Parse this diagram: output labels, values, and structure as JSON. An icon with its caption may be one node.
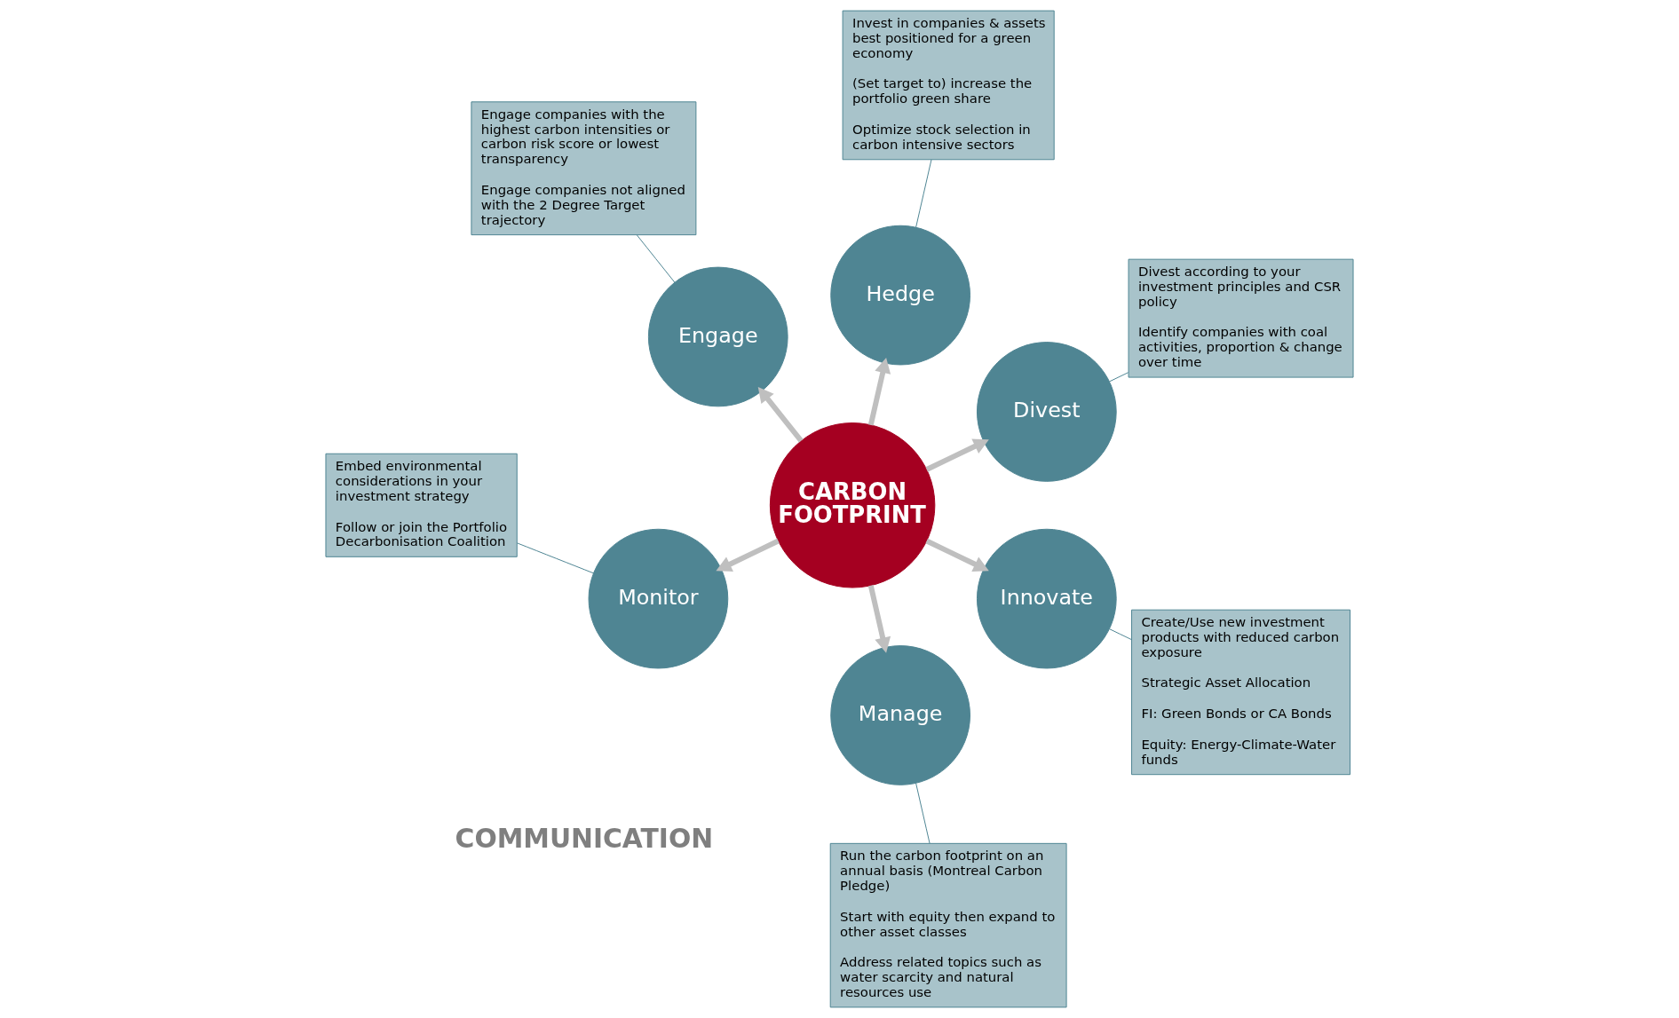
{
  "diagram": {
    "nodes": [
      {
        "text": [
          "CARBON FOOTPRINT"
        ]
      },
      {
        "text": [
          "Divest"
        ]
      },
      {
        "text": [
          "Hedge"
        ]
      },
      {
        "text": [
          "Engage"
        ]
      },
      {
        "text": [
          "Monitor"
        ]
      },
      {
        "text": [
          "Manage"
        ]
      },
      {
        "text": [
          "Innovate"
        ]
      },
      {
        "text": [
          "Create/Use new investment products with reduced carbon exposure",
          "Strategic Asset Allocation",
          "FI: Green Bonds or CA Bonds",
          "Equity: Energy-Climate-Water funds"
        ]
      },
      {
        "text": [
          "Run the carbon footprint on an annual basis (Montreal Carbon Pledge)",
          "Start with equity then expand to other asset classes",
          "Address related topics such as water scarcity and natural resources use"
        ]
      },
      {
        "text": [
          "Embed environmental considerations in your investment strategy",
          "Follow or join the Portfolio Decarbonisation Coalition"
        ]
      },
      {
        "text": [
          "Divest according to your investment principles and CSR policy",
          "Identify companies with coal activities, proportion & change over time"
        ]
      },
      {
        "text": [
          "Invest in companies & assets best positioned for a green economy",
          "(Set target to) increase the portfolio green share",
          "Optimize stock selection in carbon intensive sectors"
        ]
      },
      {
        "text": [
          "Engage companies with the highest carbon intensities or carbon risk score or lowest transparency",
          "Engage companies not aligned with the 2 Degree Target trajectory"
        ]
      }
    ],
    "edges": [
      {
        "from": 0,
        "to": 1,
        "arrow": "to",
        "style": "thick",
        "color": "#bfbfbf"
      },
      {
        "from": 0,
        "to": 2,
        "arrow": "to",
        "style": "thick",
        "color": "#bfbfbf"
      },
      {
        "from": 0,
        "to": 3,
        "arrow": "to",
        "style": "thick",
        "color": "#bfbfbf"
      },
      {
        "from": 0,
        "to": 4,
        "arrow": "to",
        "style": "thick",
        "color": "#bfbfbf"
      },
      {
        "from": 0,
        "to": 5,
        "arrow": "to",
        "style": "thick",
        "color": "#bfbfbf"
      },
      {
        "from": 0,
        "to": 6,
        "arrow": "to",
        "style": "thick",
        "color": "#bfbfbf"
      },
      {
        "from": 1,
        "to": 10,
        "arrow": "none",
        "color": "#4e8593"
      },
      {
        "from": 2,
        "to": 11,
        "arrow": "none",
        "color": "#4e8593"
      },
      {
        "from": 3,
        "to": 12,
        "arrow": "none",
        "color": "#4e8593"
      },
      {
        "from": 4,
        "to": 9,
        "arrow": "none",
        "color": "#4e8593"
      },
      {
        "from": 5,
        "to": 8,
        "arrow": "none",
        "color": "#4e8593"
      },
      {
        "from": 6,
        "to": 7,
        "arrow": "none",
        "color": "#4e8593"
      }
    ],
    "labels": [
      "COMMUNICATION"
    ]
  }
}
